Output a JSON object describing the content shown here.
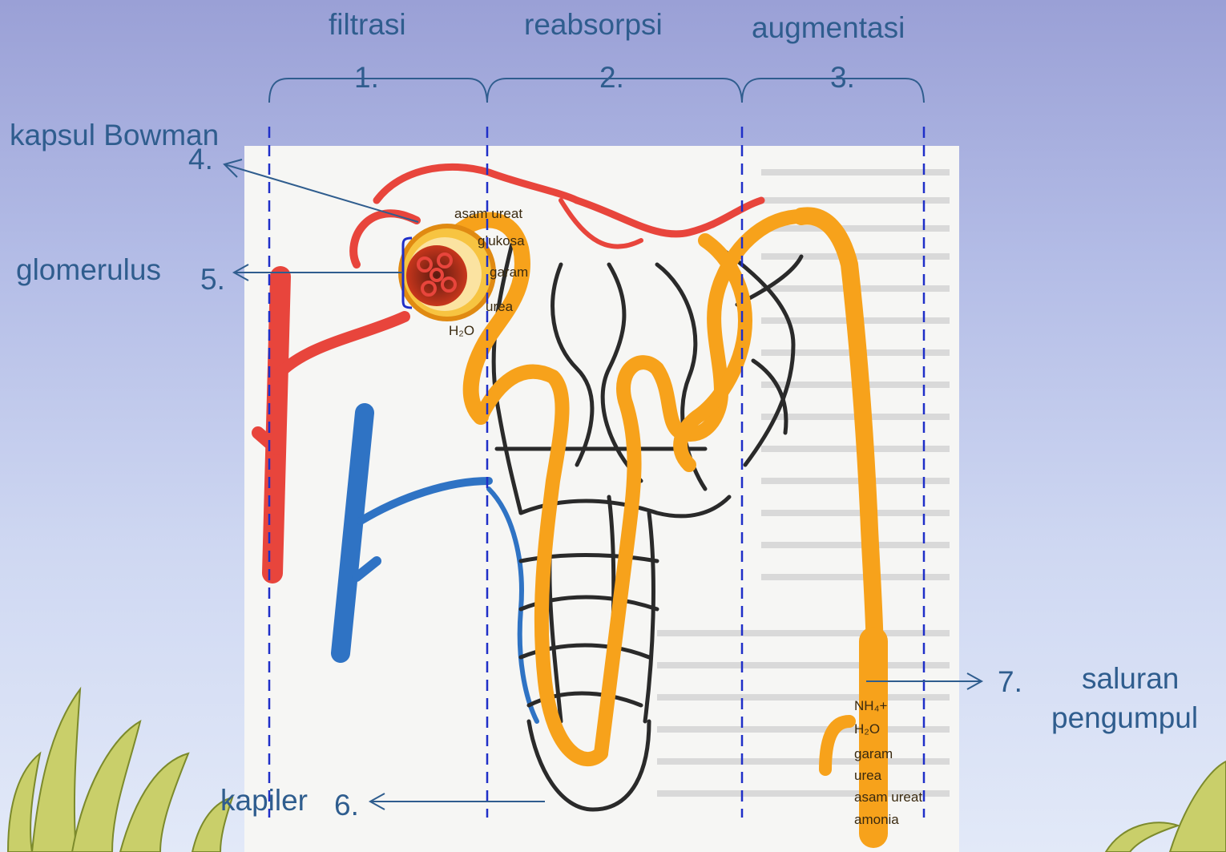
{
  "stages": [
    {
      "title": "filtrasi",
      "number": "1."
    },
    {
      "title": "reabsorpsi",
      "number": "2."
    },
    {
      "title": "augmentasi",
      "number": "3."
    }
  ],
  "labels": {
    "bowman": "kapsul Bowman",
    "bowman_num": "4.",
    "glomerulus": "glomerulus",
    "glomerulus_num": "5.",
    "kapiler": "kapiler",
    "kapiler_num": "6.",
    "saluran_num": "7.",
    "saluran_line1": "saluran",
    "saluran_line2": "pengumpul"
  },
  "filtrate_labels": [
    "asam ureat",
    "glukosa",
    "garam",
    "urea",
    "H₂O"
  ],
  "urine_labels": [
    "NH₄+",
    "H₂O",
    "garam",
    "urea",
    "asam ureat",
    "amonia"
  ],
  "colors": {
    "label_text": "#2f5d8e",
    "divider": "#1f2fc8",
    "artery": "#e8453c",
    "vein": "#2f73c4",
    "tubule": "#f7a21b",
    "capillary": "#2a2a2a"
  }
}
